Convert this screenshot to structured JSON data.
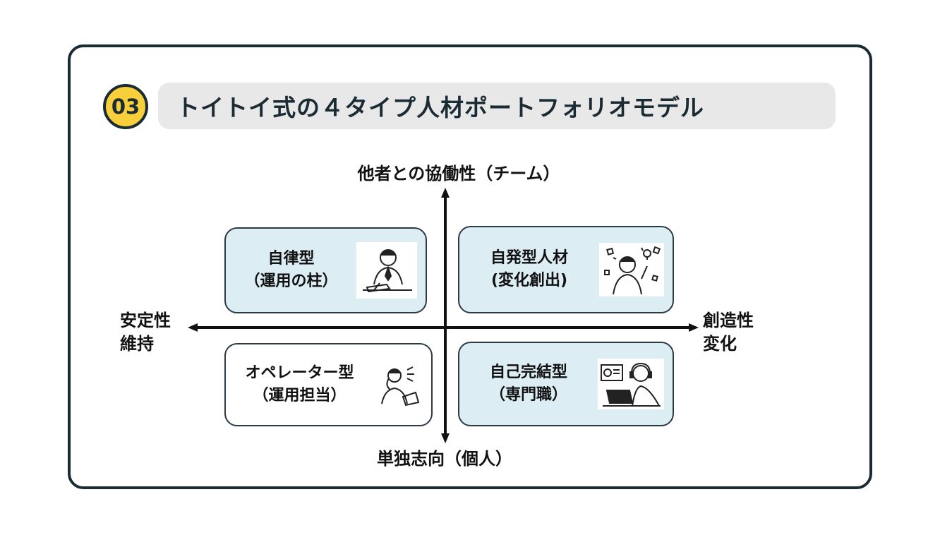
{
  "header": {
    "badge": "03",
    "title": "トイトイ式の４タイプ人材ポートフォリオモデル"
  },
  "axes": {
    "top": "他者との協働性（チーム）",
    "bottom": "単独志向（個人）",
    "left": [
      "安定性",
      "維持"
    ],
    "right": [
      "創造性",
      "変化"
    ]
  },
  "quadrants": {
    "top_left": {
      "title": "自律型",
      "subtitle": "（運用の柱）",
      "icon": "businessman-writing-icon"
    },
    "top_right": {
      "title": "自発型人材",
      "subtitle": "(変化創出)",
      "icon": "idea-man-icon"
    },
    "bottom_left": {
      "title": "オペレーター型",
      "subtitle": "（運用担当）",
      "icon": "phone-operator-icon"
    },
    "bottom_right": {
      "title": "自己完結型",
      "subtitle": "（専門職）",
      "icon": "headset-laptop-worker-icon"
    }
  },
  "colors": {
    "frame": "#1b2b33",
    "badge": "#f6cf3a",
    "title_bar": "#e8e8e8",
    "card_blue": "#dcedf4"
  }
}
